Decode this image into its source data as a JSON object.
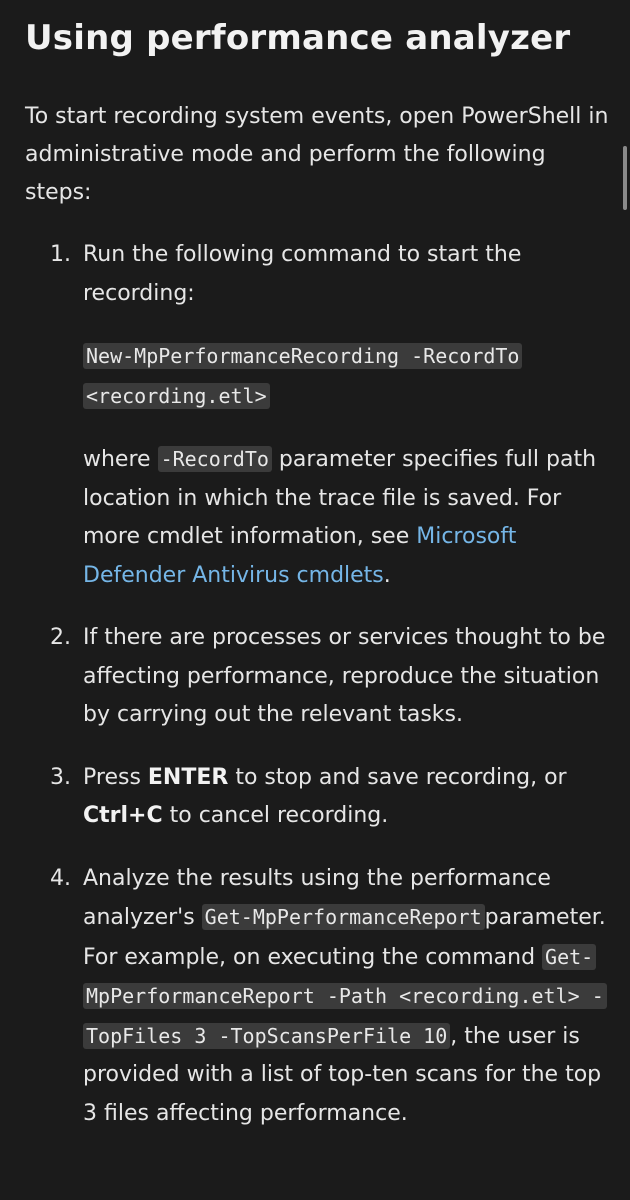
{
  "title": "Using performance analyzer",
  "intro": "To start recording system events, open PowerShell in administrative mode and perform the following steps:",
  "steps": [
    {
      "num": "1.",
      "text": "Run the following command to start the recording:",
      "code_block": "New-MpPerformanceRecording -RecordTo <recording.etl>",
      "where_prefix": "where ",
      "where_code": "-RecordTo",
      "where_text": " parameter specifies full path location in which the trace file is saved. For more cmdlet information, see ",
      "link_text": "Microsoft Defender Antivirus cmdlets",
      "where_suffix": "."
    },
    {
      "num": "2.",
      "text": "If there are processes or services thought to be affecting performance, reproduce the situation by carrying out the relevant tasks."
    },
    {
      "num": "3.",
      "prefix": "Press ",
      "bold1": "ENTER",
      "middle": " to stop and save recording, or ",
      "bold2": "Ctrl+C",
      "suffix": " to cancel recording."
    },
    {
      "num": "4.",
      "prefix": "Analyze the results using the performance analyzer's ",
      "code1": "Get-MpPerformanceReport",
      "middle": "parameter. For example, on executing the command ",
      "code2": "Get-MpPerformanceReport -Path <recording.etl> -TopFiles 3 -TopScansPerFile 10",
      "suffix": ", the user is provided with a list of top-ten scans for the top 3 files affecting performance."
    }
  ]
}
